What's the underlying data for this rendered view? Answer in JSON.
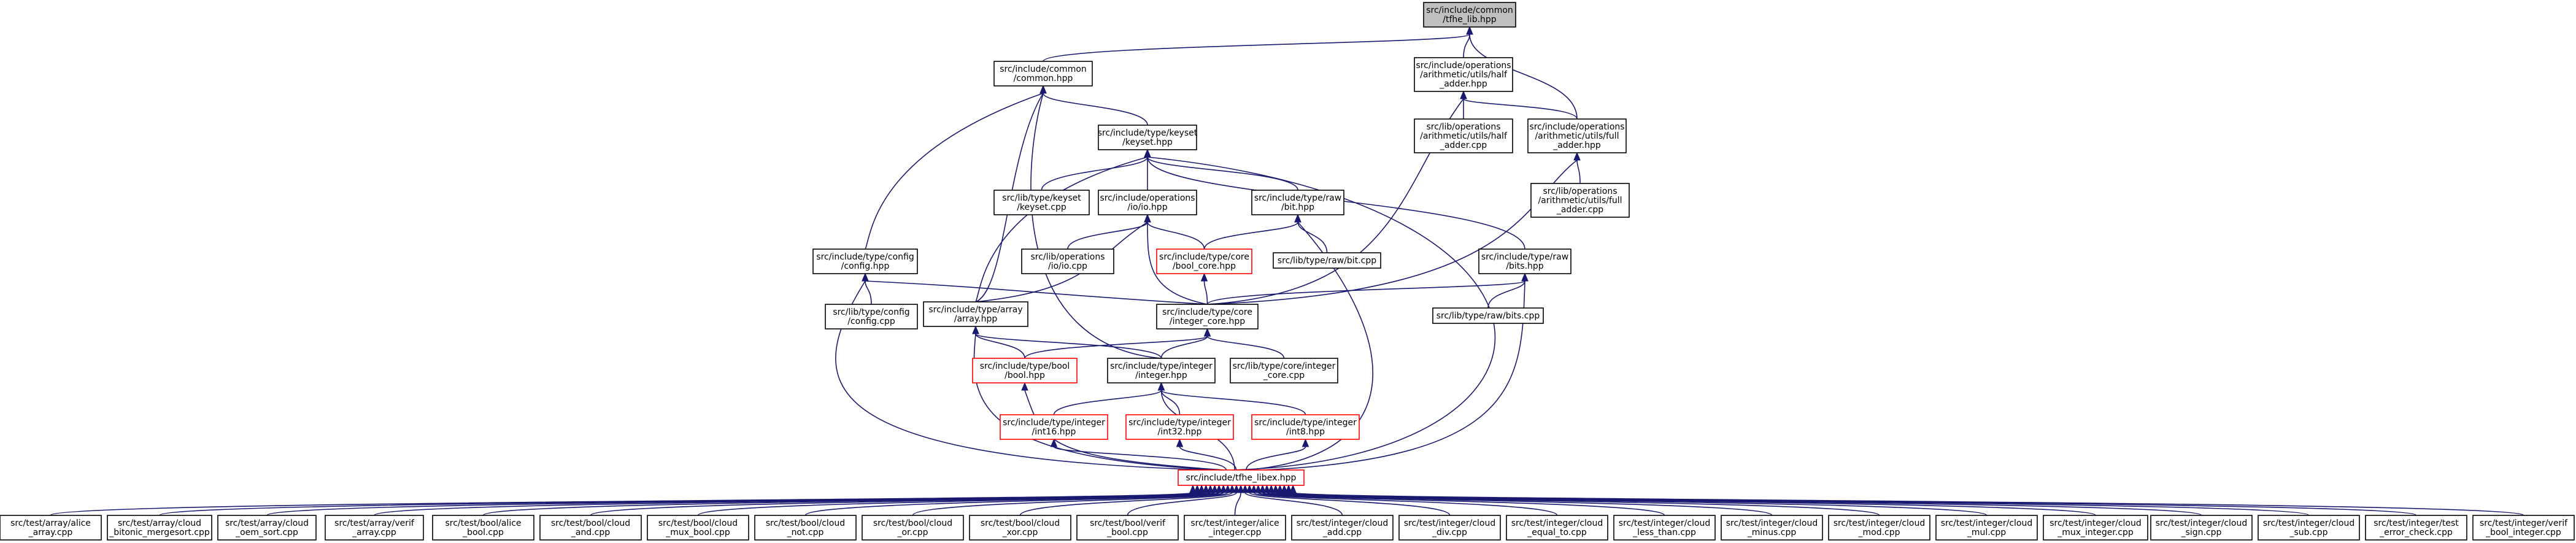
{
  "graph": {
    "nodes": [
      {
        "id": "root",
        "lines": [
          "src/include/common",
          "/tfhe_lib.hpp"
        ],
        "root": true
      },
      {
        "id": "common",
        "lines": [
          "src/include/common",
          "/common.hpp"
        ]
      },
      {
        "id": "half_adder",
        "lines": [
          "src/include/operations",
          "/arithmetic/utils/half",
          "_adder.hpp"
        ]
      },
      {
        "id": "keyset",
        "lines": [
          "src/include/type/keyset",
          "/keyset.hpp"
        ]
      },
      {
        "id": "half_adder_cpp",
        "lines": [
          "src/lib/operations",
          "/arithmetic/utils/half",
          "_adder.cpp"
        ]
      },
      {
        "id": "full_adder",
        "lines": [
          "src/include/operations",
          "/arithmetic/utils/full",
          "_adder.hpp"
        ]
      },
      {
        "id": "full_adder_cpp",
        "lines": [
          "src/lib/operations",
          "/arithmetic/utils/full",
          "_adder.cpp"
        ]
      },
      {
        "id": "keyset_cpp",
        "lines": [
          "src/lib/type/keyset",
          "/keyset.cpp"
        ]
      },
      {
        "id": "io",
        "lines": [
          "src/include/operations",
          "/io/io.hpp"
        ]
      },
      {
        "id": "raw_bit",
        "lines": [
          "src/include/type/raw",
          "/bit.hpp"
        ]
      },
      {
        "id": "config",
        "lines": [
          "src/include/type/config",
          "/config.hpp"
        ]
      },
      {
        "id": "io_cpp",
        "lines": [
          "src/lib/operations",
          "/io/io.cpp"
        ]
      },
      {
        "id": "bool_core",
        "lines": [
          "src/include/type/core",
          "/bool_core.hpp"
        ],
        "red": true
      },
      {
        "id": "raw_bit_cpp",
        "lines": [
          "src/lib/type/raw/bit.cpp"
        ]
      },
      {
        "id": "raw_bits",
        "lines": [
          "src/include/type/raw",
          "/bits.hpp"
        ]
      },
      {
        "id": "config_cpp",
        "lines": [
          "src/lib/type/config",
          "/config.cpp"
        ]
      },
      {
        "id": "array",
        "lines": [
          "src/include/type/array",
          "/array.hpp"
        ]
      },
      {
        "id": "integer_core",
        "lines": [
          "src/include/type/core",
          "/integer_core.hpp"
        ]
      },
      {
        "id": "raw_bits_cpp",
        "lines": [
          "src/lib/type/raw/bits.cpp"
        ]
      },
      {
        "id": "bool",
        "lines": [
          "src/include/type/bool",
          "/bool.hpp"
        ],
        "red": true
      },
      {
        "id": "integer",
        "lines": [
          "src/include/type/integer",
          "/integer.hpp"
        ]
      },
      {
        "id": "integer_core_cpp",
        "lines": [
          "src/lib/type/core/integer",
          "_core.cpp"
        ]
      },
      {
        "id": "int16",
        "lines": [
          "src/include/type/integer",
          "/int16.hpp"
        ],
        "red": true
      },
      {
        "id": "int32",
        "lines": [
          "src/include/type/integer",
          "/int32.hpp"
        ],
        "red": true
      },
      {
        "id": "int8",
        "lines": [
          "src/include/type/integer",
          "/int8.hpp"
        ],
        "red": true
      },
      {
        "id": "tfhe_libex",
        "lines": [
          "src/include/tfhe_libex.hpp"
        ],
        "red": true
      },
      {
        "id": "t0",
        "lines": [
          "src/test/array/alice",
          "_array.cpp"
        ]
      },
      {
        "id": "t1",
        "lines": [
          "src/test/array/cloud",
          "_bitonic_mergesort.cpp"
        ]
      },
      {
        "id": "t2",
        "lines": [
          "src/test/array/cloud",
          "_oem_sort.cpp"
        ]
      },
      {
        "id": "t3",
        "lines": [
          "src/test/array/verif",
          "_array.cpp"
        ]
      },
      {
        "id": "t4",
        "lines": [
          "src/test/bool/alice",
          "_bool.cpp"
        ]
      },
      {
        "id": "t5",
        "lines": [
          "src/test/bool/cloud",
          "_and.cpp"
        ]
      },
      {
        "id": "t6",
        "lines": [
          "src/test/bool/cloud",
          "_mux_bool.cpp"
        ]
      },
      {
        "id": "t7",
        "lines": [
          "src/test/bool/cloud",
          "_not.cpp"
        ]
      },
      {
        "id": "t8",
        "lines": [
          "src/test/bool/cloud",
          "_or.cpp"
        ]
      },
      {
        "id": "t9",
        "lines": [
          "src/test/bool/cloud",
          "_xor.cpp"
        ]
      },
      {
        "id": "t10",
        "lines": [
          "src/test/bool/verif",
          "_bool.cpp"
        ]
      },
      {
        "id": "t11",
        "lines": [
          "src/test/integer/alice",
          "_integer.cpp"
        ]
      },
      {
        "id": "t12",
        "lines": [
          "src/test/integer/cloud",
          "_add.cpp"
        ]
      },
      {
        "id": "t13",
        "lines": [
          "src/test/integer/cloud",
          "_div.cpp"
        ]
      },
      {
        "id": "t14",
        "lines": [
          "src/test/integer/cloud",
          "_equal_to.cpp"
        ]
      },
      {
        "id": "t15",
        "lines": [
          "src/test/integer/cloud",
          "_less_than.cpp"
        ]
      },
      {
        "id": "t16",
        "lines": [
          "src/test/integer/cloud",
          "_minus.cpp"
        ]
      },
      {
        "id": "t17",
        "lines": [
          "src/test/integer/cloud",
          "_mod.cpp"
        ]
      },
      {
        "id": "t18",
        "lines": [
          "src/test/integer/cloud",
          "_mul.cpp"
        ]
      },
      {
        "id": "t19",
        "lines": [
          "src/test/integer/cloud",
          "_mux_integer.cpp"
        ]
      },
      {
        "id": "t20",
        "lines": [
          "src/test/integer/cloud",
          "_sign.cpp"
        ]
      },
      {
        "id": "t21",
        "lines": [
          "src/test/integer/cloud",
          "_sub.cpp"
        ]
      },
      {
        "id": "t22",
        "lines": [
          "src/test/integer/test",
          "_error_check.cpp"
        ]
      },
      {
        "id": "t23",
        "lines": [
          "src/test/integer/verif",
          "_bool_integer.cpp"
        ]
      }
    ],
    "edges": [
      [
        "common",
        "root"
      ],
      [
        "half_adder",
        "root"
      ],
      [
        "full_adder",
        "root"
      ],
      [
        "keyset",
        "common"
      ],
      [
        "config",
        "common"
      ],
      [
        "array",
        "common"
      ],
      [
        "integer",
        "common"
      ],
      [
        "half_adder_cpp",
        "half_adder"
      ],
      [
        "full_adder",
        "half_adder"
      ],
      [
        "integer_core",
        "half_adder"
      ],
      [
        "full_adder_cpp",
        "full_adder"
      ],
      [
        "integer_core",
        "full_adder"
      ],
      [
        "keyset_cpp",
        "keyset"
      ],
      [
        "io",
        "keyset"
      ],
      [
        "raw_bit",
        "keyset"
      ],
      [
        "raw_bits",
        "keyset"
      ],
      [
        "tfhe_libex",
        "keyset"
      ],
      [
        "array",
        "keyset"
      ],
      [
        "io_cpp",
        "io"
      ],
      [
        "bool_core",
        "io"
      ],
      [
        "array",
        "io"
      ],
      [
        "integer_core",
        "io"
      ],
      [
        "bool_core",
        "raw_bit"
      ],
      [
        "raw_bit_cpp",
        "raw_bit"
      ],
      [
        "tfhe_libex",
        "raw_bit"
      ],
      [
        "integer_core",
        "bool_core"
      ],
      [
        "integer_core",
        "raw_bits"
      ],
      [
        "raw_bits_cpp",
        "raw_bits"
      ],
      [
        "tfhe_libex",
        "raw_bits"
      ],
      [
        "config_cpp",
        "config"
      ],
      [
        "integer_core",
        "config"
      ],
      [
        "tfhe_libex",
        "config"
      ],
      [
        "bool",
        "integer_core"
      ],
      [
        "integer",
        "integer_core"
      ],
      [
        "integer_core_cpp",
        "integer_core"
      ],
      [
        "bool",
        "array"
      ],
      [
        "integer",
        "array"
      ],
      [
        "tfhe_libex",
        "array"
      ],
      [
        "tfhe_libex",
        "bool"
      ],
      [
        "int16",
        "integer"
      ],
      [
        "int32",
        "integer"
      ],
      [
        "int8",
        "integer"
      ],
      [
        "tfhe_libex",
        "integer"
      ],
      [
        "tfhe_libex",
        "int16"
      ],
      [
        "tfhe_libex",
        "int32"
      ],
      [
        "tfhe_libex",
        "int8"
      ],
      [
        "t0",
        "tfhe_libex"
      ],
      [
        "t1",
        "tfhe_libex"
      ],
      [
        "t2",
        "tfhe_libex"
      ],
      [
        "t3",
        "tfhe_libex"
      ],
      [
        "t4",
        "tfhe_libex"
      ],
      [
        "t5",
        "tfhe_libex"
      ],
      [
        "t6",
        "tfhe_libex"
      ],
      [
        "t7",
        "tfhe_libex"
      ],
      [
        "t8",
        "tfhe_libex"
      ],
      [
        "t9",
        "tfhe_libex"
      ],
      [
        "t10",
        "tfhe_libex"
      ],
      [
        "t11",
        "tfhe_libex"
      ],
      [
        "t12",
        "tfhe_libex"
      ],
      [
        "t13",
        "tfhe_libex"
      ],
      [
        "t14",
        "tfhe_libex"
      ],
      [
        "t15",
        "tfhe_libex"
      ],
      [
        "t16",
        "tfhe_libex"
      ],
      [
        "t17",
        "tfhe_libex"
      ],
      [
        "t18",
        "tfhe_libex"
      ],
      [
        "t19",
        "tfhe_libex"
      ],
      [
        "t20",
        "tfhe_libex"
      ],
      [
        "t21",
        "tfhe_libex"
      ],
      [
        "t22",
        "tfhe_libex"
      ],
      [
        "t23",
        "tfhe_libex"
      ]
    ]
  }
}
